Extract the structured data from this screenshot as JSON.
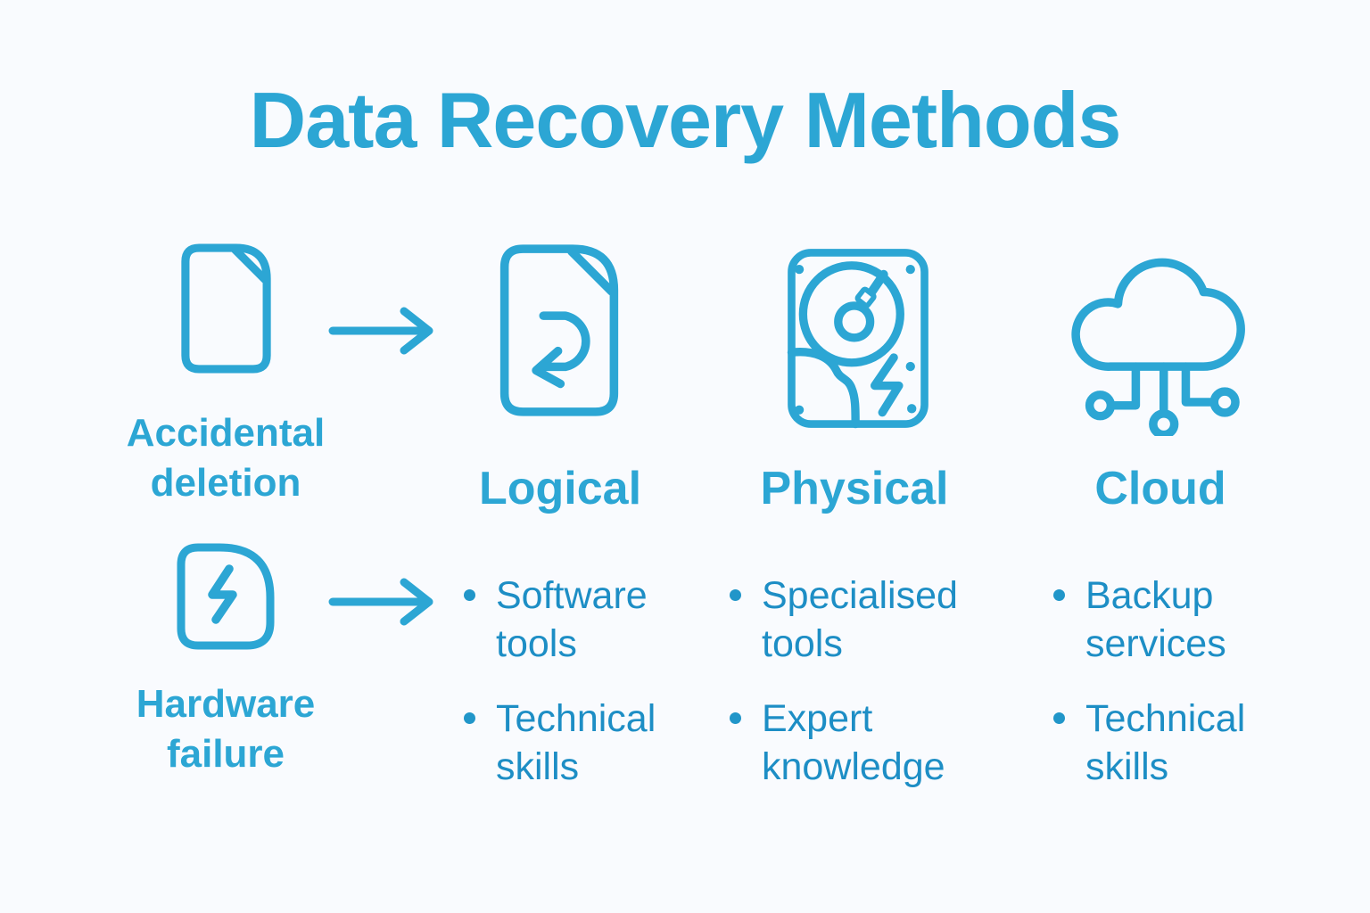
{
  "title": "Data Recovery Methods",
  "colors": {
    "background": "#f9fbfe",
    "accent": "#2ca6d4",
    "bullet_text": "#1d8ec5"
  },
  "causes": [
    {
      "label": "Accidental\ndeletion",
      "icon": "document-icon"
    },
    {
      "label": "Hardware\nfailure",
      "icon": "lightning-square-icon"
    }
  ],
  "arrows": [
    {
      "icon": "arrow-right-icon"
    },
    {
      "icon": "arrow-right-icon"
    }
  ],
  "methods": [
    {
      "name": "Logical",
      "icon": "file-restore-icon",
      "items": [
        "Software\ntools",
        "Technical\nskills"
      ]
    },
    {
      "name": "Physical",
      "icon": "hard-drive-icon",
      "items": [
        "Specialised\ntools",
        "Expert\nknowledge"
      ]
    },
    {
      "name": "Cloud",
      "icon": "cloud-network-icon",
      "items": [
        "Backup\nservices",
        "Technical\nskills"
      ]
    }
  ]
}
